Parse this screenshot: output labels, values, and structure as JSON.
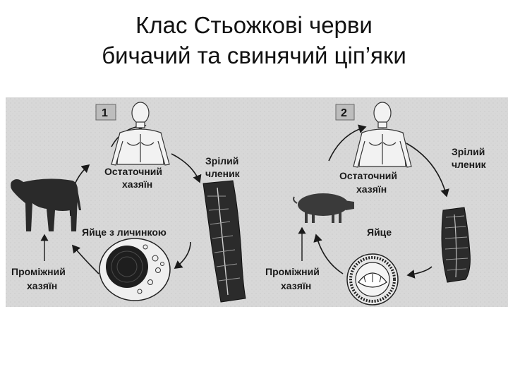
{
  "title": {
    "line1": "Клас Стьожкові черви",
    "line2": "бичачий та свинячий ціп’яки"
  },
  "left": {
    "number": "1",
    "final_host": {
      "line1": "Остаточний",
      "line2": "хазяїн"
    },
    "mature_segment": {
      "line1": "Зрілий",
      "line2": "членик"
    },
    "egg": "Яйце з личинкою",
    "intermediate_host": {
      "line1": "Проміжний",
      "line2": "хазяїн"
    }
  },
  "right": {
    "number": "2",
    "final_host": {
      "line1": "Остаточний",
      "line2": "хазяїн"
    },
    "mature_segment": {
      "line1": "Зрілий",
      "line2": "членик"
    },
    "egg": "Яйце",
    "intermediate_host": {
      "line1": "Проміжний",
      "line2": "хазяїн"
    }
  },
  "colors": {
    "background_figure": "#dcdcdc",
    "ink": "#1a1a1a"
  }
}
